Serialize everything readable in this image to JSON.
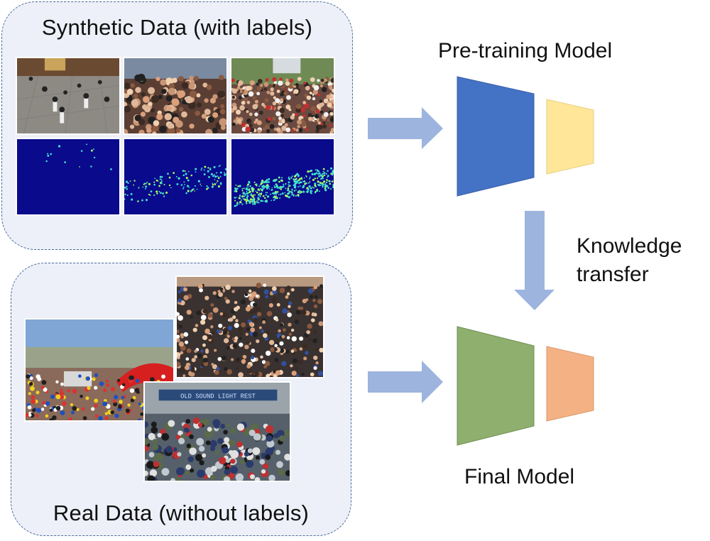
{
  "synthetic_panel": {
    "title": "Synthetic Data (with labels)"
  },
  "real_panel": {
    "title": "Real Data (without labels)"
  },
  "pretraining_model": {
    "label": "Pre-training Model",
    "encoder_color": "#4472c4",
    "head_color": "#ffe699"
  },
  "final_model": {
    "label": "Final Model",
    "encoder_color": "#8faf6e",
    "head_color": "#f4b183"
  },
  "transfer": {
    "label_line1": "Knowledge",
    "label_line2": "transfer"
  },
  "colors": {
    "panel_bg": "#edf0f8",
    "panel_border": "#4a6a9a",
    "arrow": "#9db4de",
    "density_bg": "#0a0a8c"
  },
  "stadium_sign": "OLD SOUND LIGHT REST"
}
